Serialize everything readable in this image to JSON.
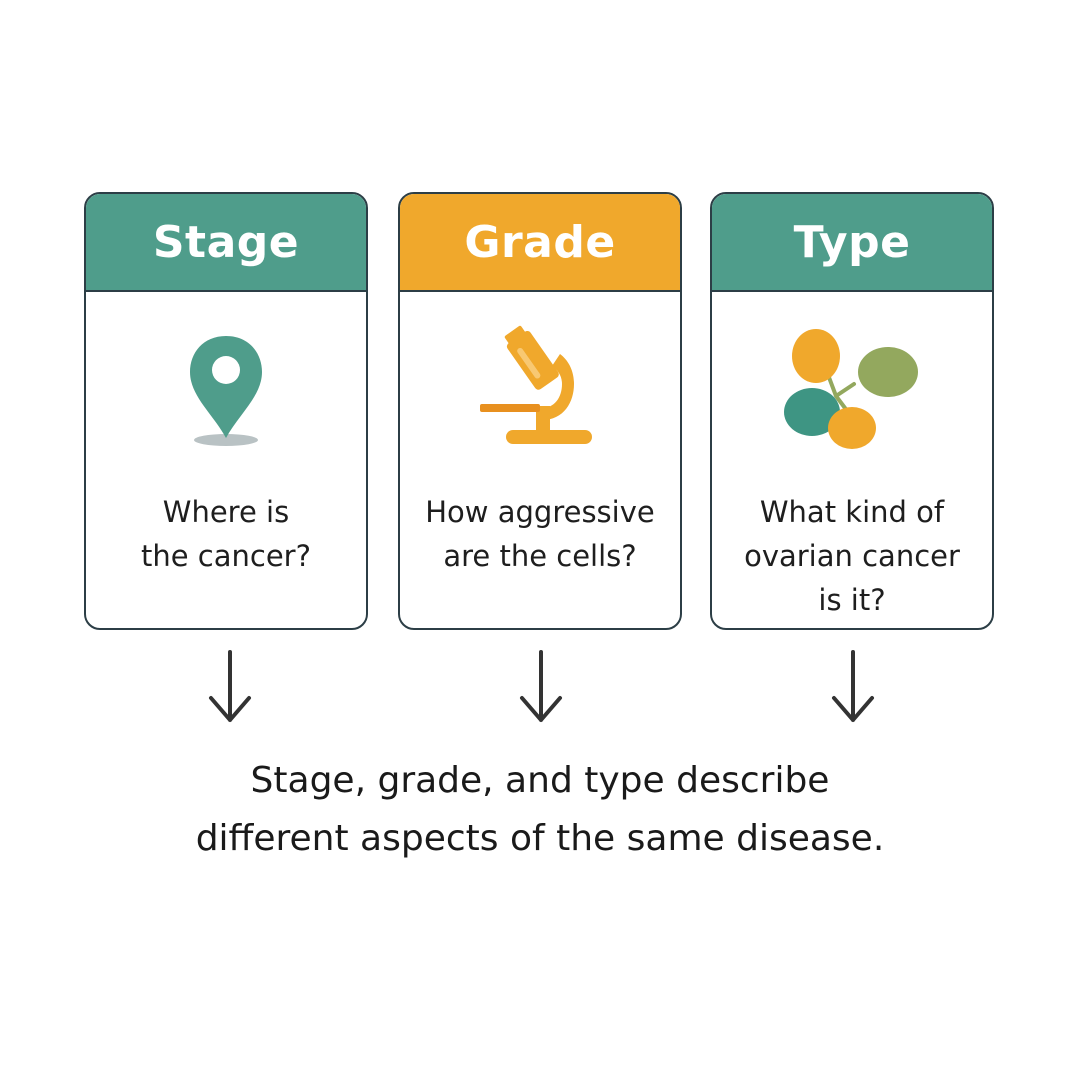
{
  "colors": {
    "teal": "#4f9d8b",
    "orange": "#f0a82c",
    "olive": "#93a85e",
    "border": "#2c3e46",
    "arrow": "#333333"
  },
  "cards": [
    {
      "title": "Stage",
      "text": "Where is\nthe cancer?",
      "header_color": "#4f9d8b",
      "icon": "location-pin-icon"
    },
    {
      "title": "Grade",
      "text": "How aggressive\nare the cells?",
      "header_color": "#f0a82c",
      "icon": "microscope-icon"
    },
    {
      "title": "Type",
      "text": "What kind of\novarian cancer\nis it?",
      "header_color": "#4f9d8b",
      "icon": "cells-icon"
    }
  ],
  "caption": "Stage, grade, and type describe\ndifferent aspects of the same disease."
}
